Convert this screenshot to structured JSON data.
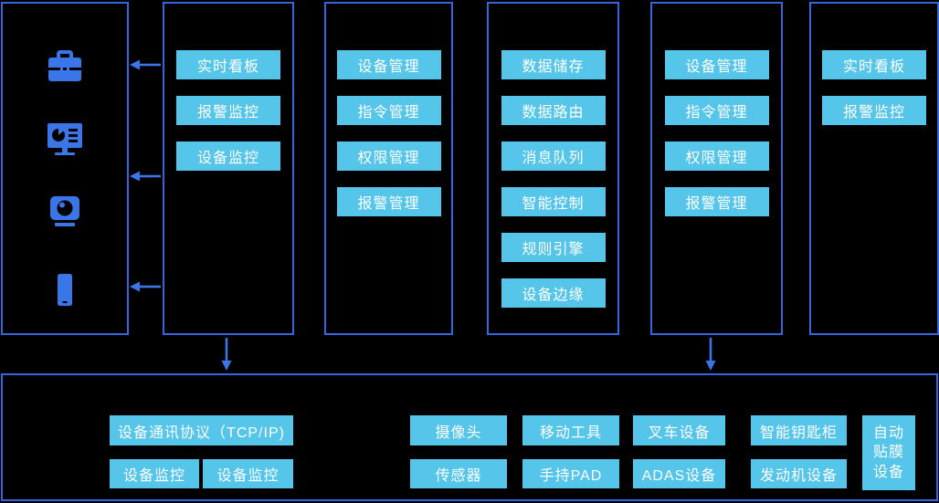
{
  "colors": {
    "background": "#000000",
    "panel_border_blue": "#3566dd",
    "button_cyan": "#55c5e9",
    "icon_blue": "#3a76e8",
    "button_text": "#ffffff"
  },
  "left_panel": {
    "icons": [
      "toolbox-icon",
      "dashboard-monitor-icon",
      "camera-icon",
      "mobile-phone-icon"
    ]
  },
  "flow_icons": [
    "arrow-left-icon",
    "arrow-down-icon"
  ],
  "columns": [
    {
      "id": "monitoring",
      "items": [
        "实时看板",
        "报警监控",
        "设备监控"
      ]
    },
    {
      "id": "management-left",
      "items": [
        "设备管理",
        "指令管理",
        "权限管理",
        "报警管理"
      ]
    },
    {
      "id": "core-services",
      "items": [
        "数据储存",
        "数据路由",
        "消息队列",
        "智能控制",
        "规则引擎",
        "设备边缘"
      ]
    },
    {
      "id": "management-right",
      "items": [
        "设备管理",
        "指令管理",
        "权限管理",
        "报警管理"
      ]
    },
    {
      "id": "dashboard",
      "items": [
        "实时看板",
        "报警监控"
      ]
    }
  ],
  "bottom": {
    "protocol_label": "设备通讯协议（TCP/IP)",
    "monitor_buttons": [
      "设备监控",
      "设备监控"
    ],
    "devices_row1": [
      "摄像头",
      "移动工具",
      "叉车设备",
      "智能钥匙柜"
    ],
    "devices_row2": [
      "传感器",
      "手持PAD",
      "ADAS设备",
      "发动机设备"
    ],
    "device_tall": "自动贴膜设备"
  }
}
